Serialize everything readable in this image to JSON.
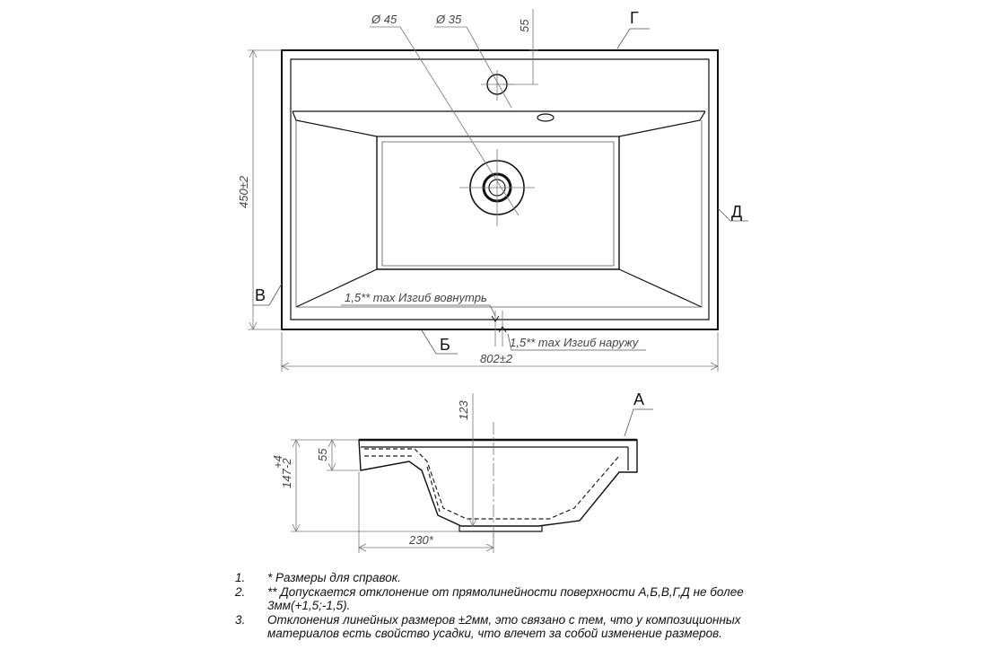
{
  "top_view": {
    "dim_d45": "Ø 45",
    "dim_d35": "Ø 35",
    "dim_55_top": "55",
    "dim_height": "450±2",
    "dim_width": "802±2",
    "label_g": "Г",
    "label_d": "Д",
    "label_v": "В",
    "label_b": "Б",
    "bend_inward": "1,5** max Изгиб вовнутрь",
    "bend_outward": "1,5** max Изгиб наружу"
  },
  "side_view": {
    "dim_123": "123",
    "dim_55": "55",
    "dim_147": "147",
    "dim_147_tol_upper": "+4",
    "dim_147_tol_lower": "-2",
    "dim_230": "230*",
    "label_a": "А"
  },
  "notes": [
    {
      "num": "1.",
      "text": "*  Размеры для справок."
    },
    {
      "num": "2.",
      "text": "**  Допускается отклонение от прямолинейности поверхности А,Б,В,Г,Д не более 3мм(+1,5;-1,5)."
    },
    {
      "num": "3.",
      "text": "Отклонения линейных размеров ±2мм, это связано с тем, что у композиционных материалов есть свойство усадки, что влечет за собой изменение размеров."
    }
  ]
}
